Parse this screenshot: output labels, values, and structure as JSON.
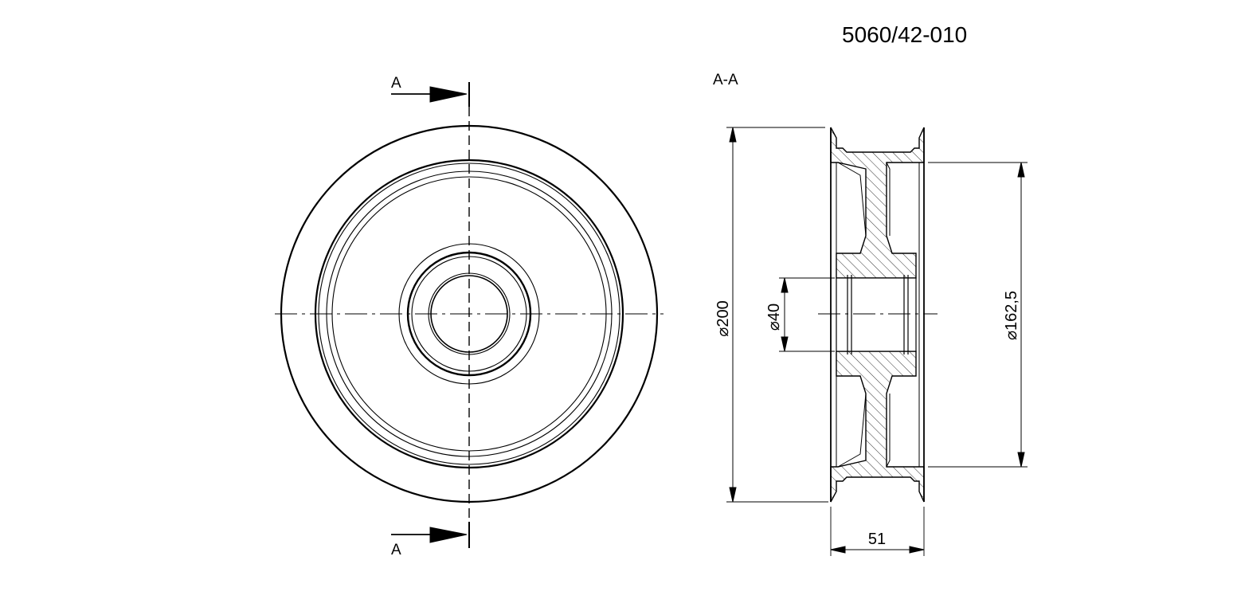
{
  "drawing": {
    "part_number": "5060/42-010",
    "section_title": "A-A",
    "cut_marker_top": "A",
    "cut_marker_bottom": "A"
  },
  "dimensions": {
    "outer_diameter": "200",
    "bore_diameter": "40",
    "flange_inner_diameter": "162,5",
    "width": "51",
    "diameter_symbol": "⌀"
  },
  "colors": {
    "line": "#000000",
    "background": "#ffffff"
  }
}
